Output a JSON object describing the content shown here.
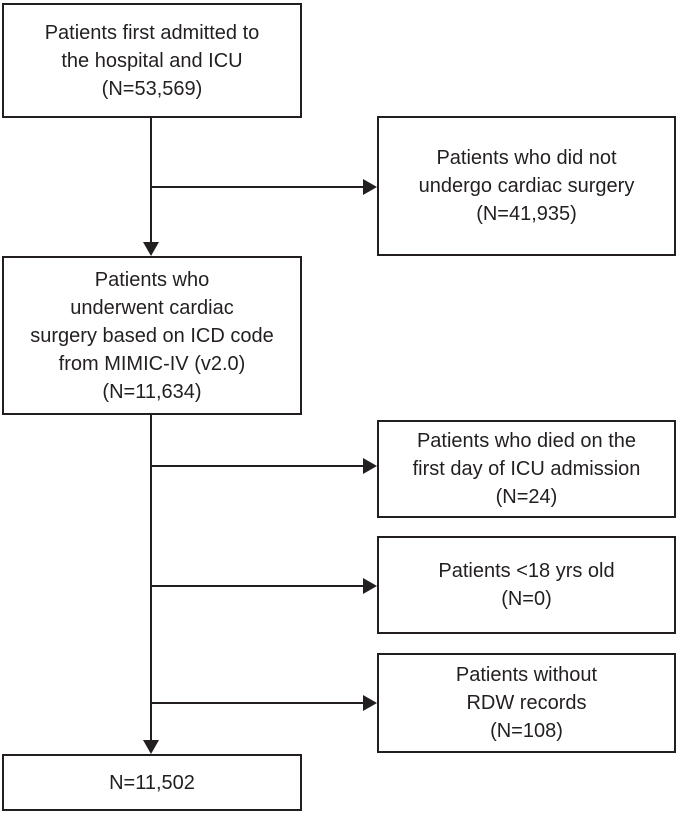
{
  "figure": {
    "type": "patient-selection-flowchart",
    "background_color": "#ffffff",
    "line_color": "#231f20"
  },
  "boxes": {
    "admitted": {
      "n": "53,569",
      "lines": [
        "Patients first admitted to",
        "the hospital and ICU",
        "(N=53,569)"
      ]
    },
    "no_cardiac_surgery": {
      "n": "41,935",
      "lines": [
        "Patients who did not",
        "undergo cardiac surgery",
        "(N=41,935)"
      ]
    },
    "cardiac_surgery": {
      "n": "11,634",
      "lines": [
        "Patients who",
        "underwent cardiac",
        "surgery based on ICD code",
        "from MIMIC-IV (v2.0)",
        "(N=11,634)"
      ]
    },
    "died_first_day": {
      "n": "24",
      "lines": [
        "Patients who died on the",
        "first day of ICU admission",
        "(N=24)"
      ]
    },
    "under_18": {
      "n": "0",
      "lines": [
        "Patients <18 yrs old",
        "(N=0)"
      ]
    },
    "no_rdw": {
      "n": "108",
      "lines": [
        "Patients without",
        "RDW records",
        "(N=108)"
      ]
    },
    "final_cohort": {
      "n": "11,502",
      "lines": [
        "N=11,502"
      ]
    }
  }
}
